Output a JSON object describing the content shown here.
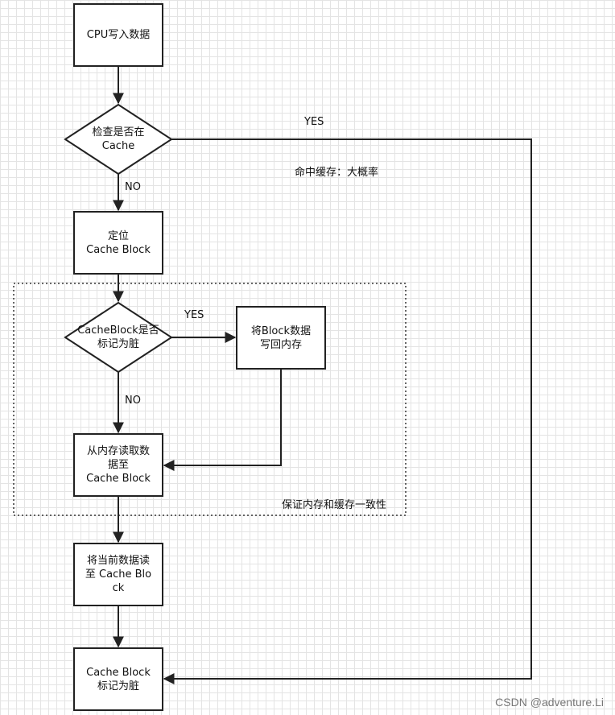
{
  "nodes": {
    "cpu_write": "CPU写入数据",
    "check_cache": "检查是否在\nCache",
    "locate_block": "定位\nCache Block",
    "block_dirty_check": "CacheBlock是否\n标记为脏",
    "write_back": "将Block数据\n写回内存",
    "read_from_memory": "从内存读取数\n据至\nCache Block",
    "write_to_block": "将当前数据读\n至 Cache Blo\nck",
    "mark_dirty": "Cache Block\n标记为脏"
  },
  "edges": {
    "yes_hit": "YES",
    "hit_note": "命中缓存：大概率",
    "no_miss": "NO",
    "yes_dirty": "YES",
    "no_clean": "NO"
  },
  "group": {
    "label": "保证内存和缓存一致性"
  },
  "watermark": "CSDN @adventure.Li"
}
